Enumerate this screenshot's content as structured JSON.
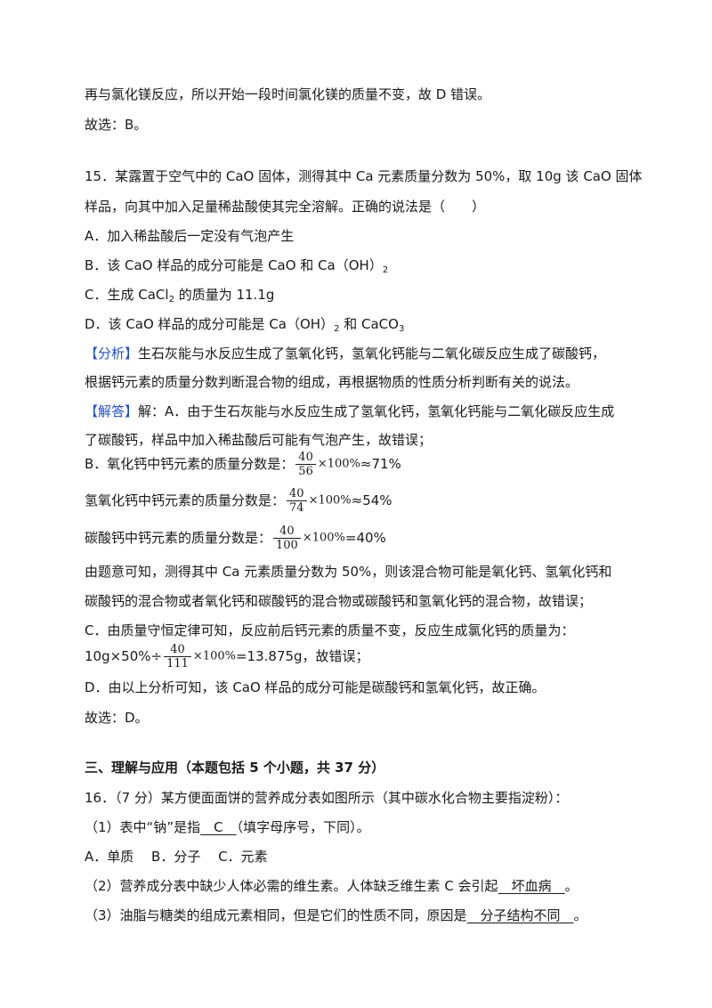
{
  "prev": {
    "line1": "再与氯化镁反应，所以开始一段时间氯化镁的质量不变，故 D 错误。",
    "answer": "故选：B。"
  },
  "q15": {
    "stem1": "15．某露置于空气中的 CaO 固体，测得其中 Ca 元素质量分数为 50%，取 10g 该 CaO 固体",
    "stem2": "样品，向其中加入足量稀盐酸使其完全溶解。正确的说法是（　　）",
    "optA": "A．加入稀盐酸后一定没有气泡产生",
    "optB_pre": "B．该 CaO 样品的成分可能是 CaO 和 Ca（OH）",
    "optB_sub": "2",
    "optC_pre": "C．生成 CaCl",
    "optC_sub": "2",
    "optC_post": " 的质量为 11.1g",
    "optD_pre": "D．该 CaO 样品的成分可能是 Ca（OH）",
    "optD_sub1": "2",
    "optD_mid": " 和 CaCO",
    "optD_sub2": "3",
    "analysis_tag": "【分析】",
    "analysis1": "生石灰能与水反应生成了氢氧化钙，氢氧化钙能与二氧化碳反应生成了碳酸钙，",
    "analysis2": "根据钙元素的质量分数判断混合物的组成，再根据物质的性质分析判断有关的说法。",
    "solution_tag": "【解答】",
    "sol1": "解：A．由于生石灰能与水反应生成了氢氧化钙，氢氧化钙能与二氧化碳反应生成",
    "sol2": "了碳酸钙，样品中加入稀盐酸后可能有气泡产生，故错误；",
    "b1_pre": "B．氧化钙中钙元素的质量分数是：",
    "b1_num": "40",
    "b1_den": "56",
    "b1_post": "≈71%",
    "b2_pre": "氢氧化钙中钙元素的质量分数是：",
    "b2_num": "40",
    "b2_den": "74",
    "b2_post": "≈54%",
    "b3_pre": "碳酸钙中钙元素的质量分数是：",
    "b3_num": "40",
    "b3_den": "100",
    "b3_post": "=40%",
    "times100": "×100%",
    "b4": "由题意可知，测得其中 Ca 元素质量分数为 50%，则该混合物可能是氧化钙、氢氧化钙和",
    "b5": "碳酸钙的混合物或者氧化钙和碳酸钙的混合物或碳酸钙和氢氧化钙的混合物，故错误；",
    "c1": "C．由质量守恒定律可知，反应前后钙元素的质量不变，反应生成氯化钙的质量为：",
    "c2_pre": "10g×50%÷",
    "c2_num": "40",
    "c2_den": "111",
    "c2_post": "=13.875g，故错误；",
    "d1": "D．由以上分析可知，该 CaO 样品的成分可能是碳酸钙和氢氧化钙，故正确。",
    "answer": "故选：D。"
  },
  "section3": {
    "heading": "三、理解与应用（本题包括 5 个小题，共 37 分）"
  },
  "q16": {
    "stem": "16．（7 分）某方便面面饼的营养成分表如图所示（其中碳水化合物主要指淀粉）：",
    "p1_pre": "（1）表中“钠”是指",
    "p1_ans": "　C　",
    "p1_post": "（填字母序号，下同）。",
    "p1_opts": "A．单质　 B．分子　 C．元素",
    "p2_pre": "（2）营养成分表中缺少人体必需的维生素。人体缺乏维生素 C 会引起",
    "p2_ans": "　坏血病　",
    "p2_post": "。",
    "p3_pre": "（3）油脂与糖类的组成元素相同，但是它们的性质不同，原因是",
    "p3_ans": "　分子结构不同　",
    "p3_post": "。"
  }
}
